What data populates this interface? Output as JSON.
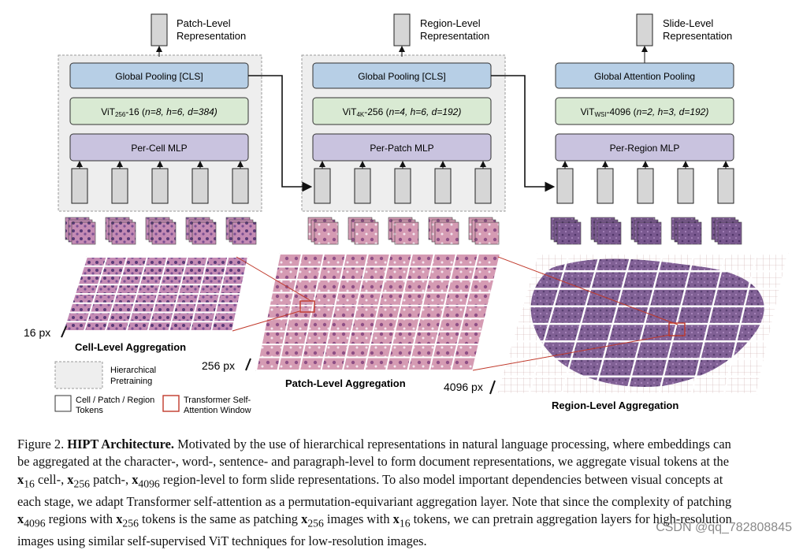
{
  "columns": [
    {
      "output_label_line1": "Patch-Level",
      "output_label_line2": "Representation",
      "pooling_label": "Global Pooling [CLS]",
      "vit_prefix": "ViT",
      "vit_sub": "256",
      "vit_suffix": "-16 (",
      "vit_n": "n=8, ",
      "vit_h": "h=6, ",
      "vit_d": "d=384)",
      "mlp_label": "Per-Cell MLP"
    },
    {
      "output_label_line1": "Region-Level",
      "output_label_line2": "Representation",
      "pooling_label": "Global Pooling [CLS]",
      "vit_prefix": "ViT",
      "vit_sub": "4K",
      "vit_suffix": "-256 (",
      "vit_n": "n=4, ",
      "vit_h": "h=6, ",
      "vit_d": "d=192)",
      "mlp_label": "Per-Patch MLP"
    },
    {
      "output_label_line1": "Slide-Level",
      "output_label_line2": "Representation",
      "pooling_label": "Global Attention Pooling",
      "vit_prefix": "ViT",
      "vit_sub": "WSI",
      "vit_suffix": "-4096 (",
      "vit_n": "n=2, ",
      "vit_h": "h=3, ",
      "vit_d": "d=192)",
      "mlp_label": "Per-Region MLP"
    }
  ],
  "aggregation": {
    "cell_px": "16 px",
    "cell_label": "Cell-Level Aggregation",
    "patch_px": "256 px",
    "patch_label": "Patch-Level Aggregation",
    "region_px": "4096 px",
    "region_label": "Region-Level Aggregation"
  },
  "legend": {
    "hier_line1": "Hierarchical",
    "hier_line2": "Pretraining",
    "tokens_line1": "Cell / Patch / Region",
    "tokens_line2": "Tokens",
    "window_line1": "Transformer Self-",
    "window_line2": "Attention Window"
  },
  "caption": {
    "figure_label": "Figure 2.",
    "title": "HIPT Architecture.",
    "l1": "Motivated by the use of hierarchical representations in natural language processing, where embeddings can",
    "l2": "be aggregated at the character-, word-, sentence- and paragraph-level to form document representations, we aggregate visual tokens at the",
    "l3a": "x",
    "l3s1": "16",
    "l3b": " cell-, ",
    "l3c": "x",
    "l3s2": "256",
    "l3d": " patch-, ",
    "l3e": "x",
    "l3s3": "4096",
    "l3f": " region-level to form slide representations. To also model important dependencies between visual concepts at",
    "l4": "each stage, we adapt Transformer self-attention as a permutation-equivariant aggregation layer. Note that since the complexity of patching",
    "l5a": "x",
    "l5s1": "4096",
    "l5b": " regions with ",
    "l5c": "x",
    "l5s2": "256",
    "l5d": " tokens is the same as patching ",
    "l5e": "x",
    "l5s3": "256",
    "l5f": " images with ",
    "l5g": "x",
    "l5s4": "16",
    "l5h": " tokens, we can pretrain aggregation layers for high-resolution",
    "l6": "images using similar self-supervised ViT techniques for low-resolution images."
  },
  "watermark": "CSDN @qq_782808845",
  "colors": {
    "pooling": "#b7cfe6",
    "vit": "#d9ead3",
    "mlp": "#c9c3df",
    "token": "#d6d6d6",
    "pretrain_bg": "#eeeeee",
    "window": "#c0392b",
    "tissue": "#6e4f86"
  }
}
